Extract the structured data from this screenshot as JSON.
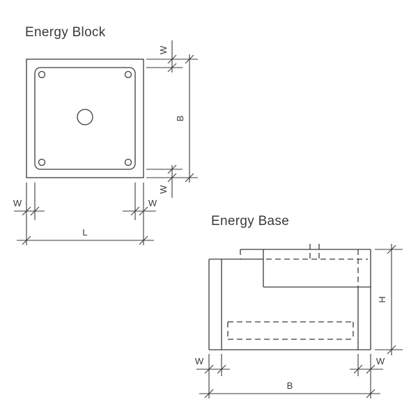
{
  "style": {
    "ink": "#3a3a3a",
    "background": "#ffffff"
  },
  "energy_block": {
    "title": "Energy Block",
    "dims": {
      "top_wall": "W",
      "side": "B",
      "bottom_wall": "W",
      "left_wall": "W",
      "right_wall": "W",
      "length": "L"
    }
  },
  "energy_base": {
    "title": "Energy Base",
    "dims": {
      "height": "H",
      "left_wall": "W",
      "right_wall": "W",
      "width": "B"
    }
  }
}
